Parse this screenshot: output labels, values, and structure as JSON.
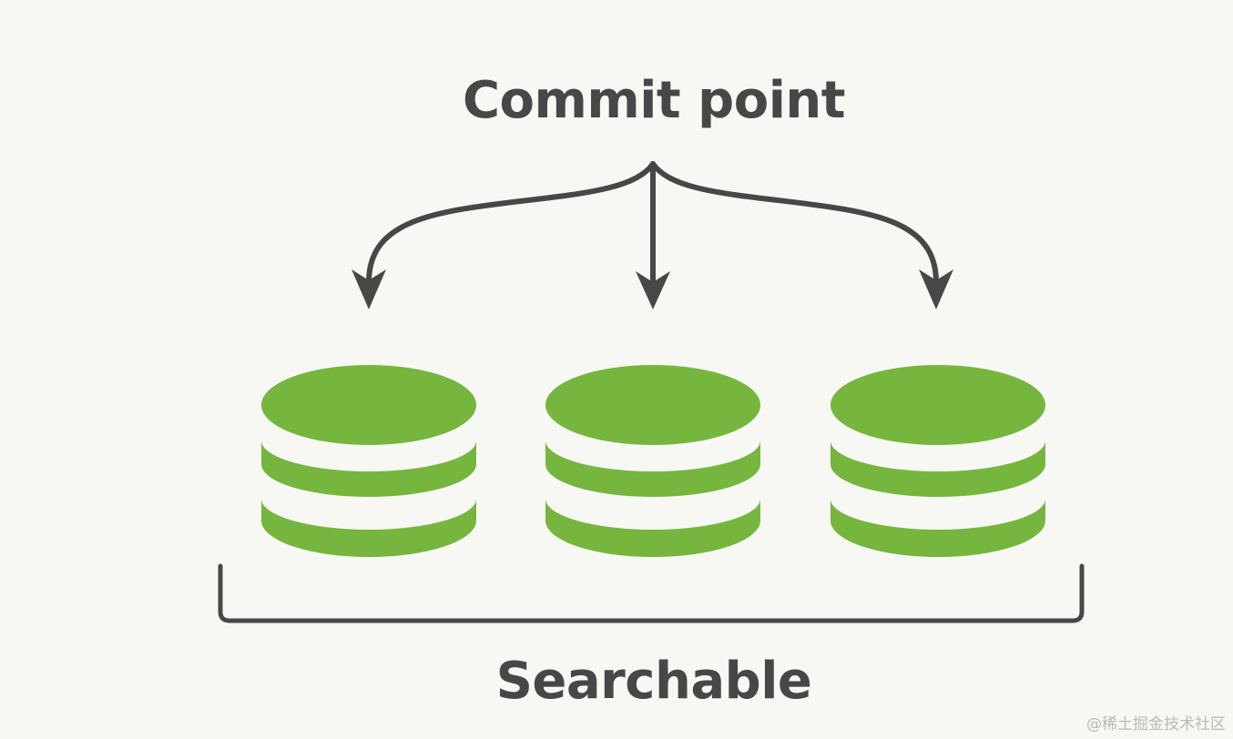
{
  "diagram": {
    "top_label": "Commit point",
    "bottom_label": "Searchable",
    "segment_count": 3,
    "segment_color": "#76b63e",
    "stroke_color": "#464847",
    "background_color": "#f7f8f4"
  },
  "watermark": "@稀土掘金技术社区"
}
